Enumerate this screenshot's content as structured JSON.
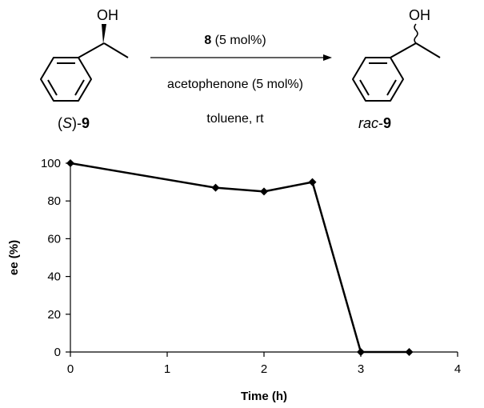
{
  "scheme": {
    "reactant": {
      "oh_label": "OH",
      "config_paren_open": "(",
      "config_letter": "S",
      "config_paren_close": ")-",
      "number": "9"
    },
    "arrow": {
      "catalyst_number": "8",
      "catalyst_loading": " (5 mol%)",
      "additive": "acetophenone (5 mol%)",
      "conditions": "toluene, rt"
    },
    "product": {
      "oh_label": "OH",
      "prefix": "rac",
      "dash": "-",
      "number": "9"
    }
  },
  "chart_data": {
    "type": "line",
    "xlabel": "Time (h)",
    "ylabel": "ee (%)",
    "xlim": [
      0,
      4
    ],
    "ylim": [
      0,
      100
    ],
    "x_ticks": [
      0,
      1,
      2,
      3,
      4
    ],
    "y_ticks": [
      0,
      20,
      40,
      60,
      80,
      100
    ],
    "grid": false,
    "legend": "none",
    "marker": "diamond",
    "line_color": "#000000",
    "series": [
      {
        "x": [
          0,
          1.5,
          2,
          2.5,
          3,
          3.5
        ],
        "y": [
          100,
          87,
          85,
          90,
          0,
          0
        ]
      }
    ]
  }
}
